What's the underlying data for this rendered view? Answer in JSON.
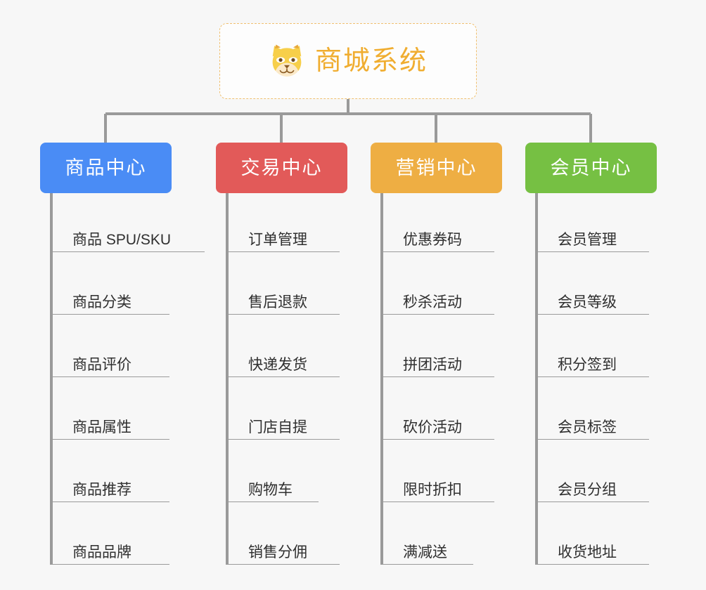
{
  "root": {
    "title": "商城系统",
    "icon": "shiba-dog-icon",
    "border_color": "#f0c070",
    "text_color": "#f0ad30",
    "background": "#fdfdfd"
  },
  "canvas": {
    "background": "#f7f7f7",
    "connector_color": "#9a9a9a"
  },
  "branches": [
    {
      "label": "商品中心",
      "color": "#4a8cf5",
      "items": [
        "商品 SPU/SKU",
        "商品分类",
        "商品评价",
        "商品属性",
        "商品推荐",
        "商品品牌"
      ]
    },
    {
      "label": "交易中心",
      "color": "#e25a59",
      "items": [
        "订单管理",
        "售后退款",
        "快递发货",
        "门店自提",
        "购物车",
        "销售分佣"
      ]
    },
    {
      "label": "营销中心",
      "color": "#eeae43",
      "items": [
        "优惠券码",
        "秒杀活动",
        "拼团活动",
        "砍价活动",
        "限时折扣",
        "满减送"
      ]
    },
    {
      "label": "会员中心",
      "color": "#76c043",
      "items": [
        "会员管理",
        "会员等级",
        "积分签到",
        "会员标签",
        "会员分组",
        "收货地址"
      ]
    }
  ]
}
